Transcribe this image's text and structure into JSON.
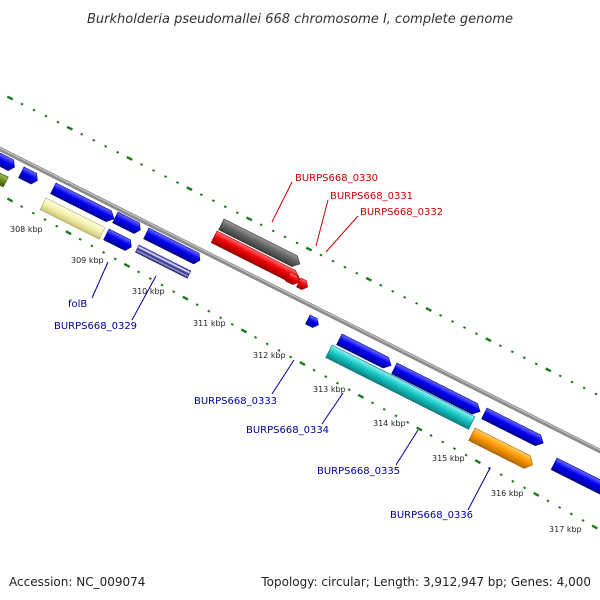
{
  "title": "Burkholderia pseudomallei 668 chromosome I, complete genome",
  "accession": "Accession: NC_009074",
  "topology": "Topology: circular; Length: 3,912,947 bp; Genes: 4,000",
  "colors": {
    "backbone": "#8c8c8c",
    "tick": "#1a7a1a",
    "label_forward": "#cc0000",
    "label_reverse": "#000099",
    "blue_gene": "#0000ee",
    "red_gene": "#ee0000",
    "gray_gene": "#666666",
    "cyan_gene": "#18c8c8",
    "orange_gene": "#ff9900",
    "yellow_gene": "#f2eeaa",
    "olive_gene": "#6b8e23",
    "striped_gene": "#5555aa"
  },
  "kbp_labels": [
    "308 kbp",
    "309 kbp",
    "310 kbp",
    "311 kbp",
    "312 kbp",
    "313 kbp",
    "314 kbp",
    "315 kbp",
    "316 kbp",
    "317 kbp"
  ],
  "gene_labels": [
    {
      "text": "BURPS668_0330",
      "strand": "forward"
    },
    {
      "text": "BURPS668_0331",
      "strand": "forward"
    },
    {
      "text": "BURPS668_0332",
      "strand": "forward"
    },
    {
      "text": "folB",
      "strand": "reverse"
    },
    {
      "text": "BURPS668_0329",
      "strand": "reverse"
    },
    {
      "text": "BURPS668_0333",
      "strand": "reverse"
    },
    {
      "text": "BURPS668_0334",
      "strand": "reverse"
    },
    {
      "text": "BURPS668_0335",
      "strand": "reverse"
    },
    {
      "text": "BURPS668_0336",
      "strand": "reverse"
    }
  ]
}
